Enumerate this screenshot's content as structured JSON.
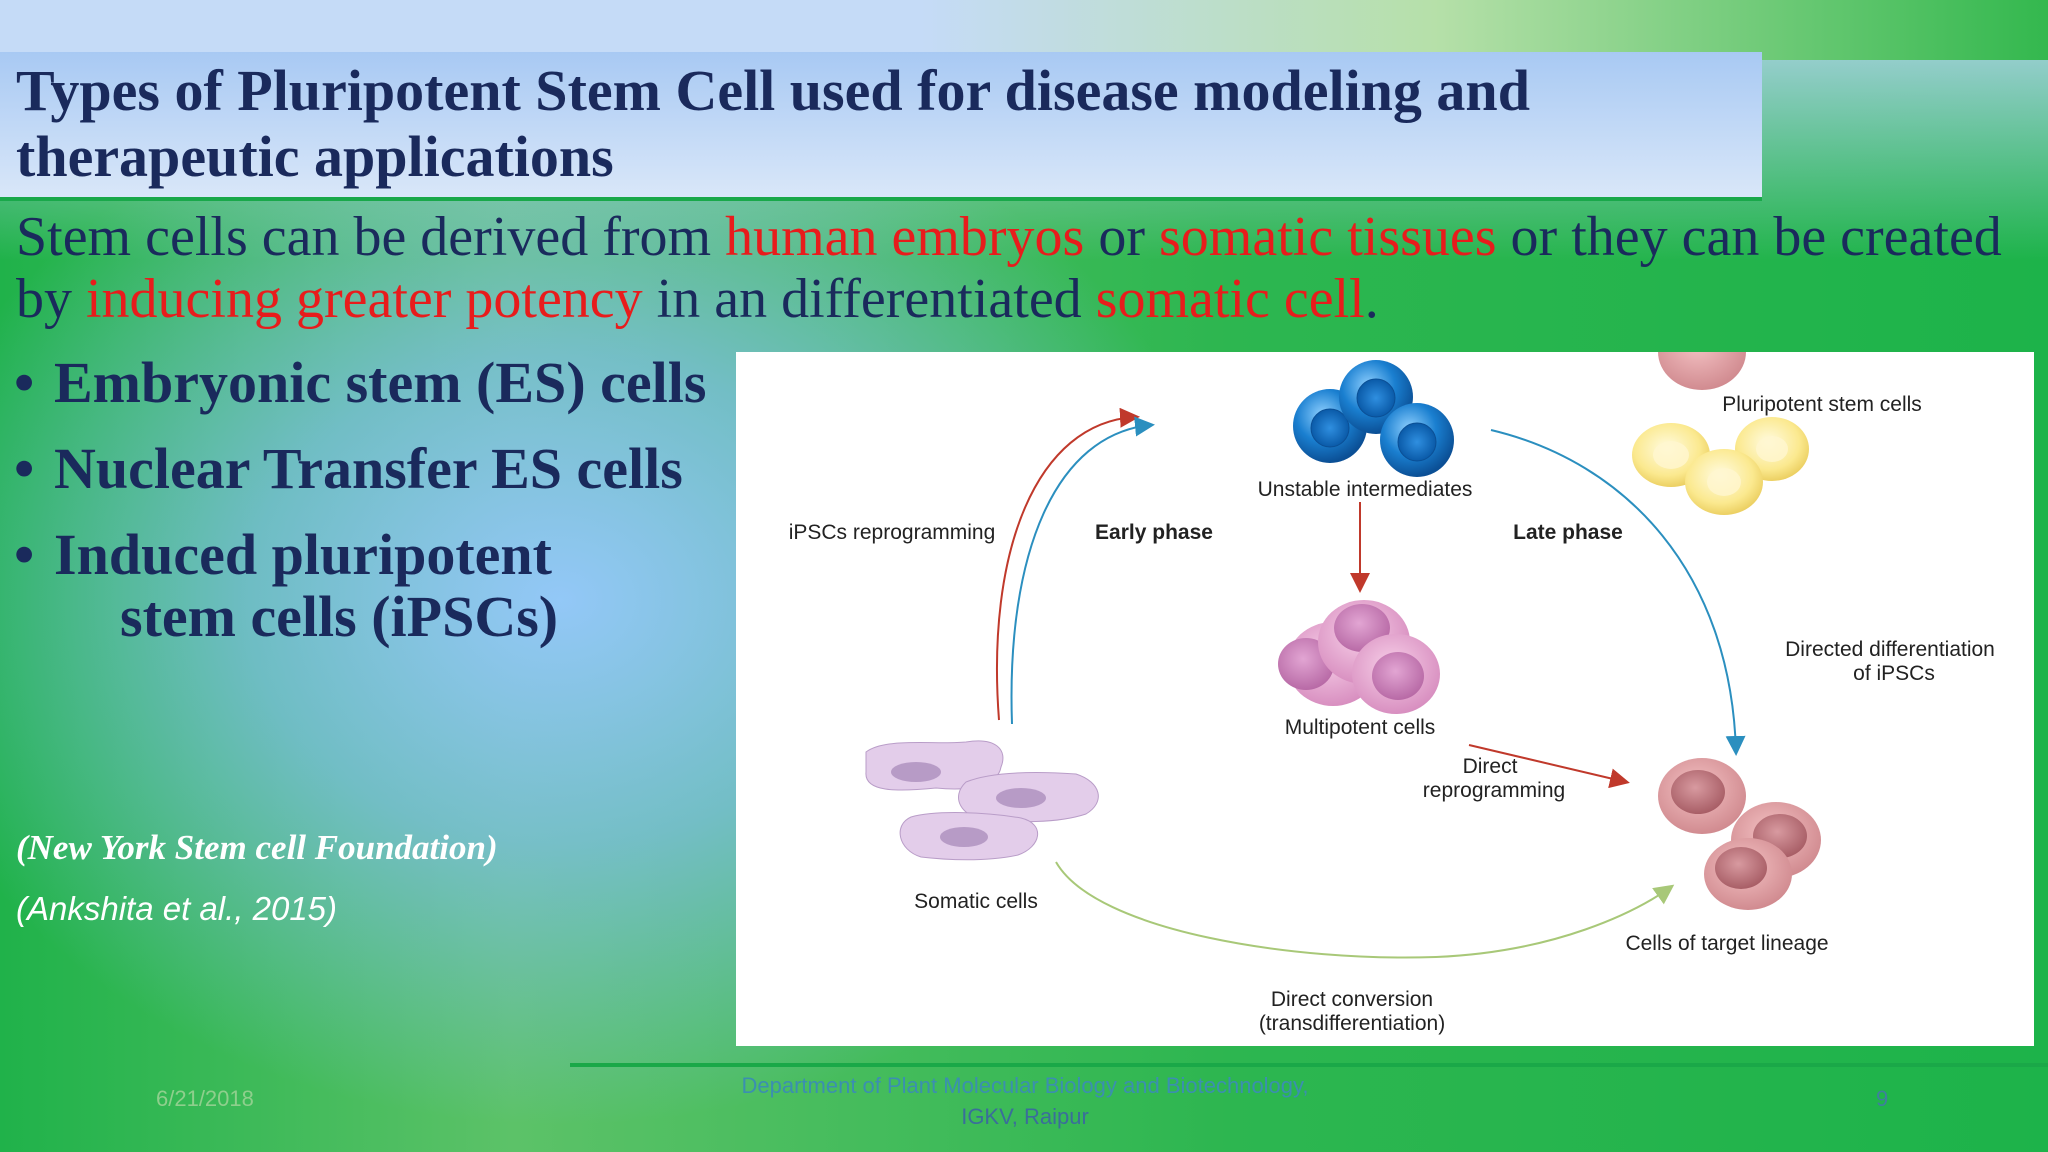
{
  "slide": {
    "title": "Types of Pluripotent Stem Cell used for disease modeling and therapeutic applications",
    "intro": {
      "t1": "Stem cells can be derived from ",
      "h1": "human embryos",
      "t2": " or ",
      "h2": "somatic tissues",
      "t3": " or they can be created by ",
      "h3": "inducing greater potency",
      "t4": " in an differentiated ",
      "h4": "somatic cell",
      "t5": "."
    },
    "bullets": [
      {
        "text": "Embryonic stem (ES) cells"
      },
      {
        "text": "Nuclear Transfer ES cells"
      },
      {
        "line1": "Induced pluripotent",
        "line2": "stem cells (iPSCs)"
      }
    ],
    "bullet_glyph": "•",
    "citations": [
      "(New York Stem cell Foundation)",
      "(Ankshita et al., 2015)"
    ],
    "figure": {
      "labels": {
        "unstable": "Unstable intermediates",
        "pluripotent": "Pluripotent stem cells",
        "ipsc_reprog": "iPSCs reprogramming",
        "early": "Early phase",
        "late": "Late phase",
        "directed1": "Directed differentiation",
        "directed2": "of iPSCs",
        "multipotent": "Multipotent cells",
        "direct_reprog1": "Direct",
        "direct_reprog2": "reprogramming",
        "somatic": "Somatic cells",
        "target": "Cells of target lineage",
        "conversion1": "Direct conversion",
        "conversion2": "(transdifferentiation)"
      },
      "colors": {
        "red_arrow": "#c0392b",
        "blue_arrow": "#2b8fbf",
        "green_arrow": "#a8c878"
      }
    },
    "footer": {
      "date": "6/21/2018",
      "dept_line1": "Department of Plant Molecular Biology and Biotechnology,",
      "dept_line2": "IGKV, Raipur",
      "page": "9"
    }
  }
}
